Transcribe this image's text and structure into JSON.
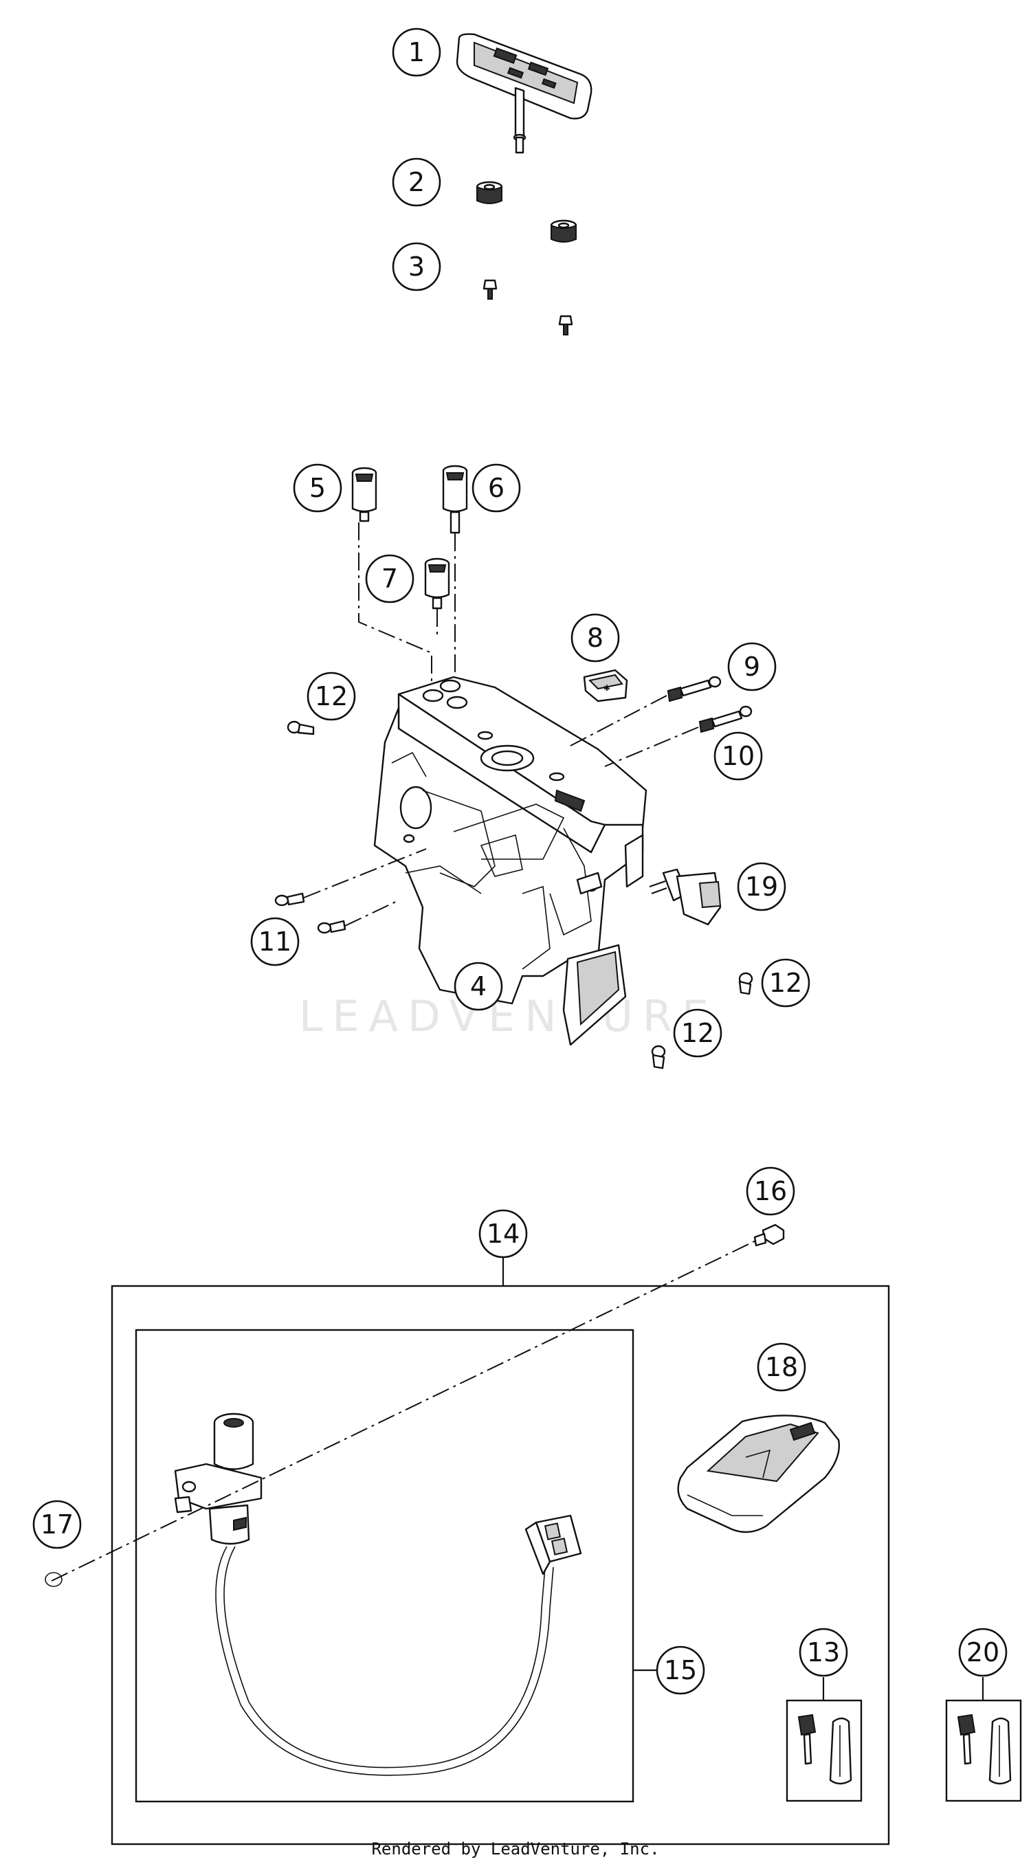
{
  "callouts": [
    "1",
    "2",
    "3",
    "4",
    "5",
    "6",
    "7",
    "8",
    "9",
    "10",
    "11",
    "12",
    "12",
    "12",
    "13",
    "14",
    "15",
    "16",
    "17",
    "18",
    "19",
    "20"
  ],
  "watermark": "LEADVENTURE",
  "footer": "Rendered by LeadVenture, Inc."
}
